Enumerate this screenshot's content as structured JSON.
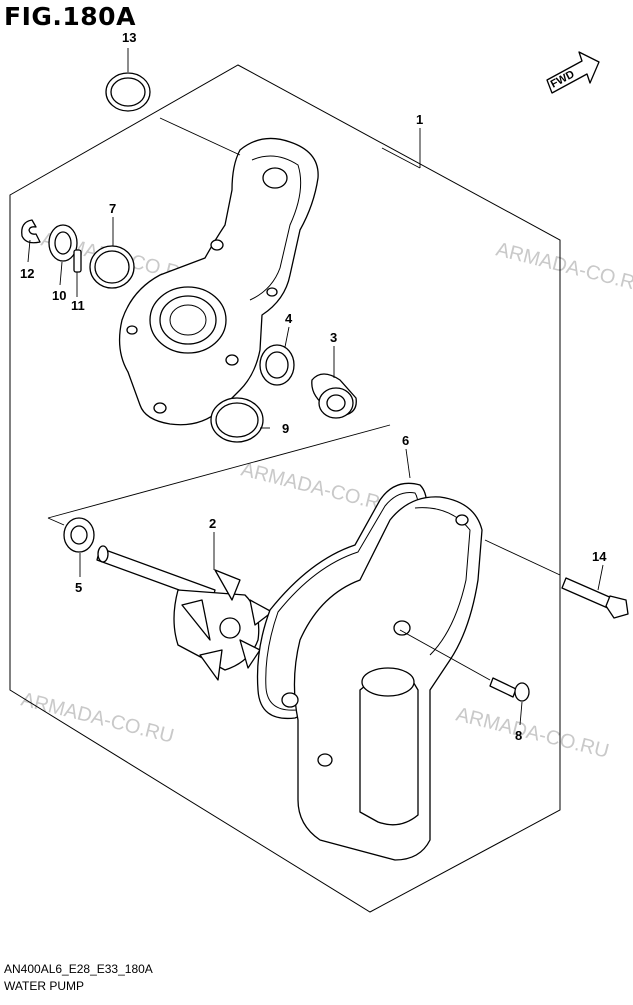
{
  "figure": {
    "title": "FIG.180A",
    "code": "AN400AL6_E28_E33_180A",
    "name": "WATER PUMP"
  },
  "fwd_label": "FWD",
  "watermark": "ARMADA-CO.RU",
  "callouts": [
    "1",
    "2",
    "3",
    "4",
    "5",
    "6",
    "7",
    "8",
    "9",
    "10",
    "11",
    "12",
    "13",
    "14"
  ]
}
